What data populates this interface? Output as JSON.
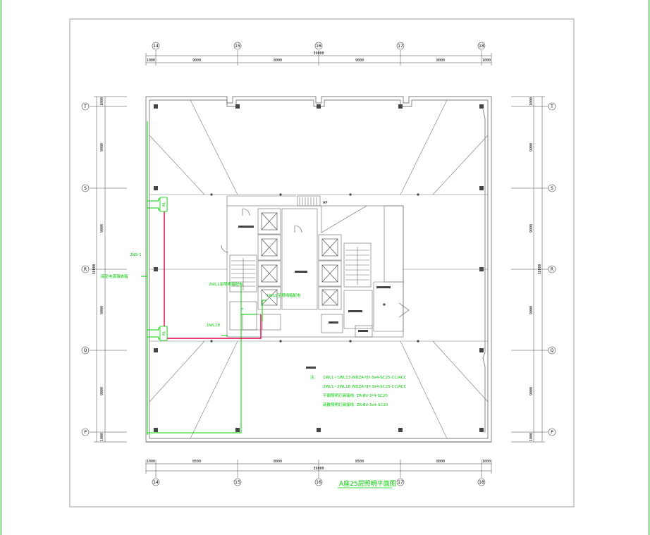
{
  "colors": {
    "background": "#ffffff",
    "line": "#666666",
    "dark": "#222222",
    "wiring_green": "#00cc00",
    "wiring_red": "#e0004a"
  },
  "axes_top": [
    "14",
    "15",
    "16",
    "17",
    "18"
  ],
  "axes_bottom": [
    "14",
    "15",
    "16",
    "17",
    "18"
  ],
  "axes_left": [
    "T",
    "S",
    "R",
    "Q",
    "P"
  ],
  "axes_right": [
    "T",
    "S",
    "R",
    "Q",
    "P"
  ],
  "dims_top": {
    "total": "39000",
    "segments": [
      "1000",
      "9000",
      "8000",
      "9000",
      "8000",
      "1000"
    ]
  },
  "dims_bottom": {
    "total": "39000",
    "segments": [
      "1000",
      "8500",
      "8000",
      "8500",
      "8000",
      "1000"
    ]
  },
  "dims_left": {
    "total": "36000",
    "segments": [
      "1000",
      "9000",
      "9000",
      "9000",
      "9000",
      "1000"
    ]
  },
  "dims_right": {
    "total": "36000",
    "segments": [
      "1000",
      "9000",
      "9000",
      "9000",
      "9000",
      "1000"
    ]
  },
  "labels": {
    "box_top": "AL",
    "box_bottom": "AL",
    "riser_label": "2NS-1",
    "riser_note": "接至电源事故箱",
    "circuit_label": "1WL18",
    "core_label_1": "2WL1至照明箱配电",
    "core_label_2": "1WL1至照明箱配电",
    "shaft_tag": "AP",
    "legend_heading": "注:",
    "legend_lines": [
      "1WL1~1WL13  WDZA-YJY-3x4-SC25-CC/ACC",
      "2WL1~2WL18  WDZA-YJY-3x4-SC25-CC/ACC",
      "平面照明灯具接线: ZR-BV-3*4-SC20",
      "疏散照明灯具接线: ZR-BV-3x4-SC20"
    ],
    "title": "A座25层照明平面图"
  }
}
